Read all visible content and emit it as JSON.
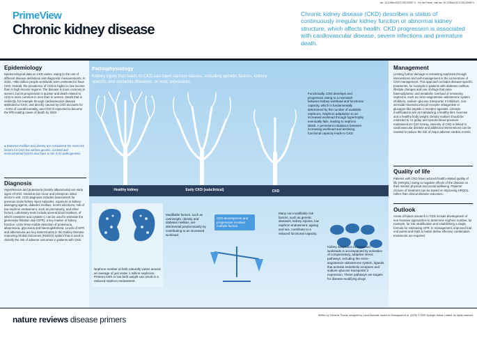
{
  "header": {
    "doi": "doi: 10.1038/s41572-025-00587-3 · For the Primer, visit doi: 10.1038/s41572-024-00589-9",
    "series": "PrimeView",
    "title": "Chronic kidney disease",
    "intro": "Chronic kidney disease (CKD) describes a status of continuously irregular kidney function or abnormal kidney structure, which affects health. CKD progression is associated with cardiovascular disease, severe infections and premature death."
  },
  "epidemiology": {
    "heading": "Epidemiology",
    "body": "Epidemiological data on CKD varies, owing to the use of different disease definitions and diagnostic measurements. In 2022, ~850 million people worldwide were estimated to have CKD. Overall, the prevalence of CKD is higher in low-income than in high-income regions. The disease is more common in women, but its progression is quicker and death related to CKD is more common in men than in women. Death that is indirectly, for example through cardiovascular disease attributed to CKD, and directly caused by CKD accounts for ~4.6% of overall mortality, and CKD is expected to become the fifth leading cause of death by 2040.",
    "note": "● Diabetes mellitus and obesity are considered the main risk factors for CKD but various genetic, societal and environmental factors also have a role in its pathogenesis."
  },
  "diagnosis": {
    "heading": "Diagnosis",
    "body": "Hypertension and proteinuria (mainly albuminuria) are early signs of CKD. Oedema can occur and prompt an initial doctor's visit. CKD diagnosis includes assessment for previous acute kidney injury episodes, exposure to kidney-damaging agents, diabetes mellitus, recent infections, risk of low nephron endowment, such as prematurity, and other factors. Laboratory tests include several blood markers, of which creatinine and cystatin C can be used to estimate the glomerular filtration rate (GFR), a key marker of kidney function. Urine tests enable detection of proteinuria, albuminuria, glycosuria and haemoglobinuria. Levels of GFR and albuminuria are key determinants in the Kidney Disease Improving Global Outcomes (KDIGO) system that is used to classify the risk of adverse outcomes in patients with CKD."
  },
  "pathophysiology": {
    "heading": "Pathophysiology",
    "intro": "Kidney injury that leads to CKD can have various causes, including genetic factors, kidney-specific and systemic diseases, or toxic exposures.",
    "functional_text": "Functionally, CKD develops and progresses owing to a mismatch between kidney workload and functional capacity, which is fundamentally determined by the number of available nephrons. Nephron adaptation to an increased workload through hypertrophy eventually fails, leading to nephron death. A persistent imbalance between increasing workload and declining functional capacity leads to CKD.",
    "stages": [
      "Healthy kidney",
      "Early CKD (subclinical)",
      "CKD"
    ],
    "nephron_text": "Nephron number at birth naturally varies around an average of just under 1 million nephrons. Preterm birth or low birth weight can result in a reduced nephron endowment.",
    "modifiable_text": "Modifiable factors, such as overweight, obesity and diabetes mellitus, are detrimental predominantly by contributing to an increased workload.",
    "development_box": "CKD development and progression involves multiple factors.",
    "nonmodifiable_text": "Many non-modifiable risk factors, such as genetic diseases, kidney injuries, low nephron endowment, ageing and sex, contribute to a reduced functional capacity.",
    "adaptation_text": "Kidney adaptation to increased workloads is accompanied by activation of compensatory, adaptive stress pathways, including the renin–angiotensin–aldosterone system, ligands that activate endothelin receptors and sodium–glucose transporter 2 expression. These pathways are targets for disease-modifying drugs."
  },
  "management": {
    "heading": "Management",
    "body": "Limiting further damage to remaining nephrons through interventions and self-management is the cornerstone of CKD management. This approach includes disease-specific treatments, for example in patients with diabetes mellitus, lifestyle changes and use of drugs that ease haemodynamic and metabolic overload of remaining nephrons, such as renin–angiotensin–aldosterone system inhibitors, sodium–glucose transporter 2 inhibitors, non-steroidal mineralocorticoid receptor antagonists or glucagon-like peptide 1 receptor agonists. Lifestyle modifications aim at maintaining a healthy diet, exercise and a healthy body weight. Dietary sodium should be restricted to <2 g/day and systolic blood pressure maintained at <120 mmHg. Severity of CKD is linked to cardiovascular disease and additional interventions can be needed to reduce the risk of major adverse cardiac events."
  },
  "quality_of_life": {
    "heading": "Quality of life",
    "body": "Patients with CKD have reduced health-related quality of life (HRQOL) owing to negative effects of the disease on their mental, physical and social wellbeing. Patients' choices of treatment can be based on improving HRQOL rather than clinical disease outcomes."
  },
  "outlook": {
    "heading": "Outlook",
    "body": "Areas of future research in CKD include development of non-invasive approaches to determine nephron number, for example, for risk stratification and establishing a single formula for estimating GFR. In management, improved trial end points and trials to better define effective combination treatments are required."
  },
  "footer": {
    "brand_bold": "nature reviews",
    "brand_rest": " disease primers",
    "credit": "Written by Clemens Thoma; designed by Laura Marshall, based on Romagnani et al. (2025) © 2025 Springer Nature Limited. All rights reserved."
  },
  "colors": {
    "accent": "#2f9fd8",
    "navy": "#0d1a2a",
    "panel": "#eef7fc",
    "kidney": "#2f6fb0"
  }
}
